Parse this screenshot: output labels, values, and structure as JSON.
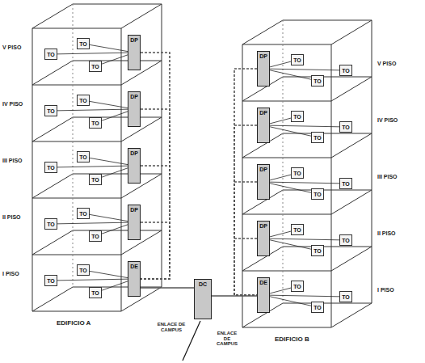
{
  "diagram": {
    "nodes": [
      {
        "text": [
          "DP"
        ]
      },
      {
        "text": [
          "TO"
        ]
      },
      {
        "text": [
          "TO"
        ]
      },
      {
        "text": [
          "TO"
        ]
      },
      {
        "text": [
          "DP"
        ]
      },
      {
        "text": [
          "TO"
        ]
      },
      {
        "text": [
          "TO"
        ]
      },
      {
        "text": [
          "TO"
        ]
      },
      {
        "text": [
          "DP"
        ]
      },
      {
        "text": [
          "TO"
        ]
      },
      {
        "text": [
          "TO"
        ]
      },
      {
        "text": [
          "TO"
        ]
      },
      {
        "text": [
          "DP"
        ]
      },
      {
        "text": [
          "TO"
        ]
      },
      {
        "text": [
          "TO"
        ]
      },
      {
        "text": [
          "TO"
        ]
      },
      {
        "text": [
          "DE"
        ]
      },
      {
        "text": [
          "TO"
        ]
      },
      {
        "text": [
          "TO"
        ]
      },
      {
        "text": [
          "TO"
        ]
      },
      {
        "text": [
          "DC"
        ]
      },
      {
        "text": [
          "DP"
        ]
      },
      {
        "text": [
          "TO"
        ]
      },
      {
        "text": [
          "TO"
        ]
      },
      {
        "text": [
          "TO"
        ]
      },
      {
        "text": [
          "DP"
        ]
      },
      {
        "text": [
          "TO"
        ]
      },
      {
        "text": [
          "TO"
        ]
      },
      {
        "text": [
          "TO"
        ]
      },
      {
        "text": [
          "DP"
        ]
      },
      {
        "text": [
          "TO"
        ]
      },
      {
        "text": [
          "TO"
        ]
      },
      {
        "text": [
          "TO"
        ]
      },
      {
        "text": [
          "DP"
        ]
      },
      {
        "text": [
          "TO"
        ]
      },
      {
        "text": [
          "TO"
        ]
      },
      {
        "text": [
          "TO"
        ]
      },
      {
        "text": [
          "DE"
        ]
      },
      {
        "text": [
          "TO"
        ]
      },
      {
        "text": [
          "TO"
        ]
      },
      {
        "text": [
          "TO"
        ]
      }
    ],
    "edges": [
      {
        "from": 0,
        "to": 1,
        "arrow": "none"
      },
      {
        "from": 0,
        "to": 2,
        "arrow": "none"
      },
      {
        "from": 0,
        "to": 3,
        "arrow": "none"
      },
      {
        "from": 4,
        "to": 5,
        "arrow": "none"
      },
      {
        "from": 4,
        "to": 6,
        "arrow": "none"
      },
      {
        "from": 4,
        "to": 7,
        "arrow": "none"
      },
      {
        "from": 8,
        "to": 9,
        "arrow": "none"
      },
      {
        "from": 8,
        "to": 10,
        "arrow": "none"
      },
      {
        "from": 8,
        "to": 11,
        "arrow": "none"
      },
      {
        "from": 12,
        "to": 13,
        "arrow": "none"
      },
      {
        "from": 12,
        "to": 14,
        "arrow": "none"
      },
      {
        "from": 12,
        "to": 15,
        "arrow": "none"
      },
      {
        "from": 16,
        "to": 17,
        "arrow": "none"
      },
      {
        "from": 16,
        "to": 18,
        "arrow": "none"
      },
      {
        "from": 16,
        "to": 19,
        "arrow": "none"
      },
      {
        "from": 0,
        "to": 16,
        "arrow": "none"
      },
      {
        "from": 4,
        "to": 16,
        "arrow": "none"
      },
      {
        "from": 8,
        "to": 16,
        "arrow": "none"
      },
      {
        "from": 12,
        "to": 16,
        "arrow": "none"
      },
      {
        "from": 16,
        "to": 20,
        "arrow": "none"
      },
      {
        "from": 20,
        "to": 37,
        "arrow": "none"
      },
      {
        "from": 21,
        "to": 22,
        "arrow": "none"
      },
      {
        "from": 21,
        "to": 23,
        "arrow": "none"
      },
      {
        "from": 21,
        "to": 24,
        "arrow": "none"
      },
      {
        "from": 25,
        "to": 26,
        "arrow": "none"
      },
      {
        "from": 25,
        "to": 27,
        "arrow": "none"
      },
      {
        "from": 25,
        "to": 28,
        "arrow": "none"
      },
      {
        "from": 29,
        "to": 30,
        "arrow": "none"
      },
      {
        "from": 29,
        "to": 31,
        "arrow": "none"
      },
      {
        "from": 29,
        "to": 32,
        "arrow": "none"
      },
      {
        "from": 33,
        "to": 34,
        "arrow": "none"
      },
      {
        "from": 33,
        "to": 35,
        "arrow": "none"
      },
      {
        "from": 33,
        "to": 36,
        "arrow": "none"
      },
      {
        "from": 37,
        "to": 38,
        "arrow": "none"
      },
      {
        "from": 37,
        "to": 39,
        "arrow": "none"
      },
      {
        "from": 37,
        "to": 40,
        "arrow": "none"
      },
      {
        "from": 21,
        "to": 37,
        "arrow": "none"
      },
      {
        "from": 25,
        "to": 37,
        "arrow": "none"
      },
      {
        "from": 29,
        "to": 37,
        "arrow": "none"
      },
      {
        "from": 33,
        "to": 37,
        "arrow": "none"
      }
    ],
    "labels": [
      "V PISO",
      "IV PISO",
      "III PISO",
      "II PISO",
      "I PISO",
      "ENLACE DE CAMPUS",
      "EDIFICIO A",
      "ENLACE DE CAMPUS",
      "EDIFICIO B",
      "V PISO",
      "IV PISO",
      "III PISO",
      "II PISO",
      "I PISO"
    ]
  }
}
